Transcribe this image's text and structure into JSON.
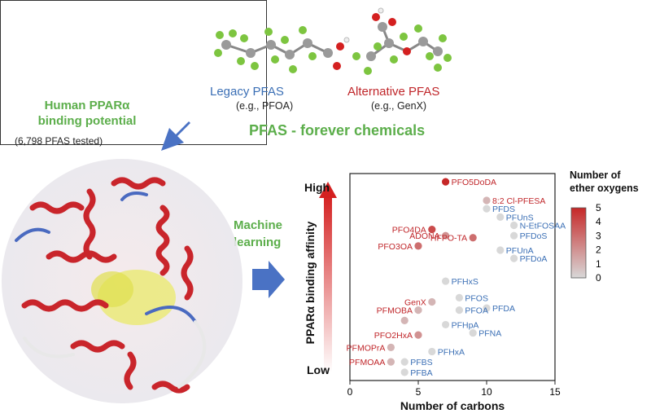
{
  "top_panel": {
    "legacy": {
      "name": "Legacy PFAS",
      "example": "(e.g., PFOA)"
    },
    "alternative": {
      "name": "Alternative PFAS",
      "example": "(e.g., GenX)"
    },
    "caption": "PFAS - forever chemicals"
  },
  "left_panel": {
    "title_line1": "Human PPARα",
    "title_line2": "binding potential",
    "subtitle": "(6,798 PFAS tested)"
  },
  "middle": {
    "line1": "Machine",
    "line2": "learning"
  },
  "colors": {
    "legacy": "#3b6fb5",
    "alternative": "#c0262a",
    "accent": "#5cae4b",
    "arrow": "#4a72c4"
  },
  "chart_data": {
    "type": "scatter",
    "xlabel": "Number of carbons",
    "ylabel": "PPARα binding affinity",
    "y_high": "High",
    "y_low": "Low",
    "xlim": [
      0,
      15
    ],
    "xticks": [
      "0",
      "5",
      "10",
      "15"
    ],
    "legend": {
      "title_line1": "Number of",
      "title_line2": "ether oxygens",
      "ticks": [
        "5",
        "4",
        "3",
        "2",
        "1",
        "0"
      ],
      "range": [
        0,
        5
      ],
      "placement": "right"
    },
    "points": [
      {
        "label": "PFO5DoDA",
        "x": 7,
        "y": 0.96,
        "ether": 5,
        "group": "alternative"
      },
      {
        "label": "8:2 Cl-PFESA",
        "x": 10,
        "y": 0.87,
        "ether": 1,
        "group": "alternative"
      },
      {
        "label": "PFDS",
        "x": 10,
        "y": 0.83,
        "ether": 0,
        "group": "legacy"
      },
      {
        "label": "PFUnS",
        "x": 11,
        "y": 0.79,
        "ether": 0,
        "group": "legacy"
      },
      {
        "label": "N-EtFOSAA",
        "x": 12,
        "y": 0.75,
        "ether": 0,
        "group": "legacy"
      },
      {
        "label": "PFO4DA",
        "x": 6,
        "y": 0.73,
        "ether": 4,
        "group": "alternative"
      },
      {
        "label": "ADONA",
        "x": 7,
        "y": 0.7,
        "ether": 2,
        "group": "alternative"
      },
      {
        "label": "PFDoS",
        "x": 12,
        "y": 0.7,
        "ether": 0,
        "group": "legacy"
      },
      {
        "label": "HFPO-TA",
        "x": 9,
        "y": 0.69,
        "ether": 3,
        "group": "alternative"
      },
      {
        "label": "PFO3OA",
        "x": 5,
        "y": 0.65,
        "ether": 3,
        "group": "alternative"
      },
      {
        "label": "PFUnA",
        "x": 11,
        "y": 0.63,
        "ether": 0,
        "group": "legacy"
      },
      {
        "label": "PFDoA",
        "x": 12,
        "y": 0.59,
        "ether": 0,
        "group": "legacy"
      },
      {
        "label": "PFHxS",
        "x": 7,
        "y": 0.48,
        "ether": 0,
        "group": "legacy"
      },
      {
        "label": "PFOS",
        "x": 8,
        "y": 0.4,
        "ether": 0,
        "group": "legacy"
      },
      {
        "label": "GenX",
        "x": 6,
        "y": 0.38,
        "ether": 1,
        "group": "alternative"
      },
      {
        "label": "PFDA",
        "x": 10,
        "y": 0.35,
        "ether": 0,
        "group": "legacy"
      },
      {
        "label": "PFOA",
        "x": 8,
        "y": 0.34,
        "ether": 0,
        "group": "legacy"
      },
      {
        "label": "PFMOBA",
        "x": 5,
        "y": 0.34,
        "ether": 1,
        "group": "alternative"
      },
      {
        "label": "PFMOBA_pt2",
        "x": 4,
        "y": 0.29,
        "ether": 1,
        "group": "alternative",
        "hidden_label": true
      },
      {
        "label": "PFHpA",
        "x": 7,
        "y": 0.27,
        "ether": 0,
        "group": "legacy"
      },
      {
        "label": "PFNA",
        "x": 9,
        "y": 0.23,
        "ether": 0,
        "group": "legacy"
      },
      {
        "label": "PFO2HxA",
        "x": 5,
        "y": 0.22,
        "ether": 2,
        "group": "alternative"
      },
      {
        "label": "PFMOPrA",
        "x": 3,
        "y": 0.16,
        "ether": 1,
        "group": "alternative"
      },
      {
        "label": "PFHxA",
        "x": 6,
        "y": 0.14,
        "ether": 0,
        "group": "legacy"
      },
      {
        "label": "PFMOAA",
        "x": 3,
        "y": 0.09,
        "ether": 1,
        "group": "alternative"
      },
      {
        "label": "PFBS",
        "x": 4,
        "y": 0.09,
        "ether": 0,
        "group": "legacy"
      },
      {
        "label": "PFBA",
        "x": 4,
        "y": 0.04,
        "ether": 0,
        "group": "legacy"
      }
    ]
  }
}
